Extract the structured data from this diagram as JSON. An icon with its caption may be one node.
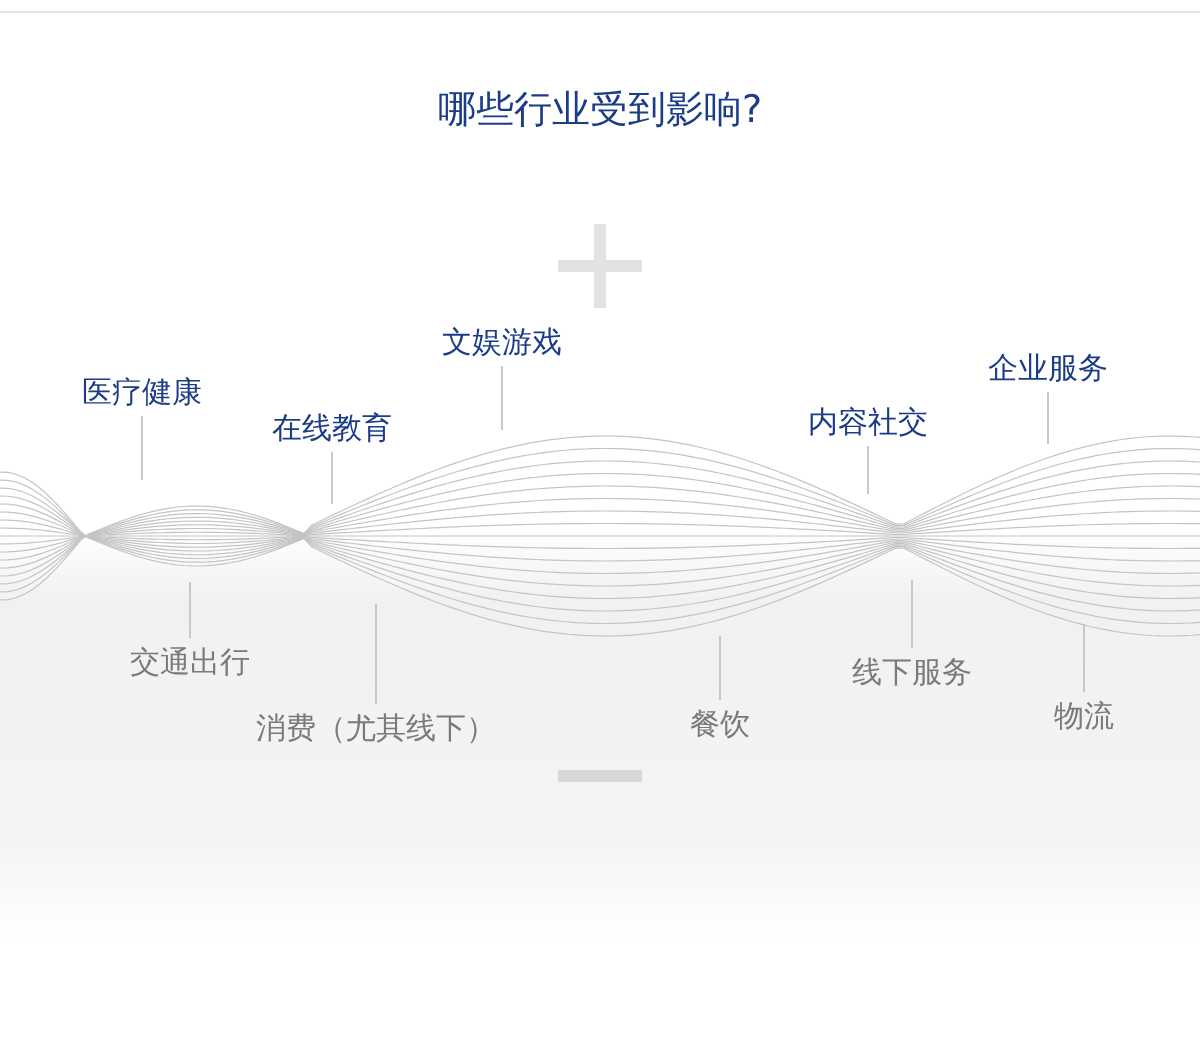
{
  "diagram": {
    "title": "哪些行业受到影响?",
    "nodes": [
      {
        "text": [
          "医疗健康"
        ]
      },
      {
        "text": [
          "在线教育"
        ]
      },
      {
        "text": [
          "文娱游戏"
        ]
      },
      {
        "text": [
          "内容社交"
        ]
      },
      {
        "text": [
          "企业服务"
        ]
      },
      {
        "text": [
          "交通出行"
        ]
      },
      {
        "text": [
          "消费（尤其线下）"
        ]
      },
      {
        "text": [
          "餐饮"
        ]
      },
      {
        "text": [
          "线下服务"
        ]
      },
      {
        "text": [
          "物流"
        ]
      }
    ],
    "edges": [
      {
        "from": 0,
        "to": null,
        "arrow": "none"
      },
      {
        "from": 1,
        "to": null,
        "arrow": "none"
      },
      {
        "from": 2,
        "to": null,
        "arrow": "none"
      },
      {
        "from": 3,
        "to": null,
        "arrow": "none"
      },
      {
        "from": 4,
        "to": null,
        "arrow": "none"
      },
      {
        "from": 5,
        "to": null,
        "arrow": "none"
      },
      {
        "from": 6,
        "to": null,
        "arrow": "none"
      },
      {
        "from": 7,
        "to": null,
        "arrow": "none"
      },
      {
        "from": 8,
        "to": null,
        "arrow": "none"
      },
      {
        "from": 9,
        "to": null,
        "arrow": "none"
      }
    ]
  }
}
